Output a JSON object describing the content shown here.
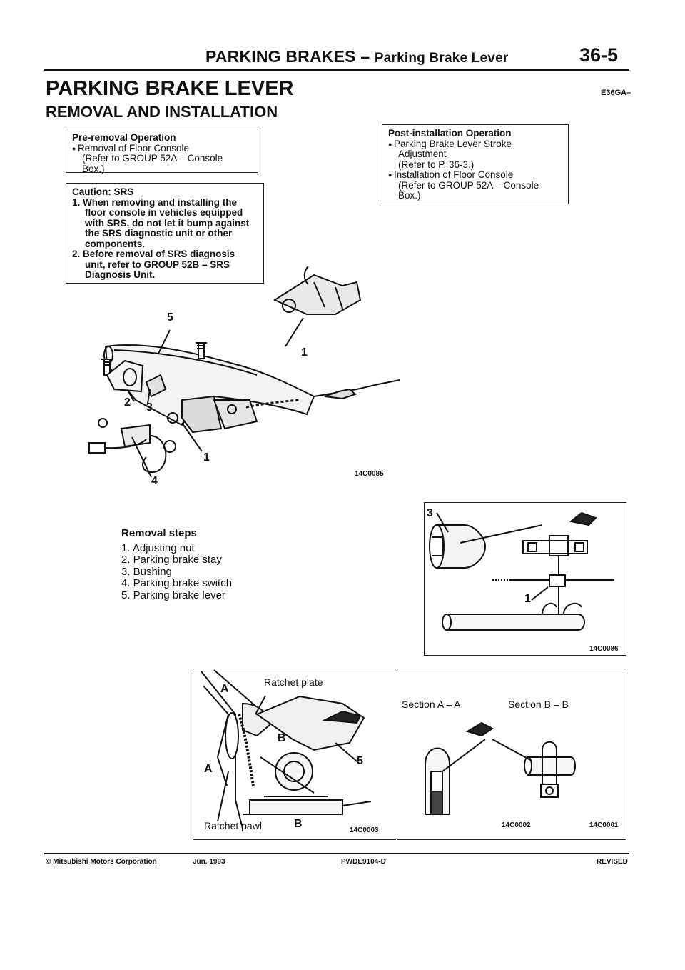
{
  "header": {
    "section": "PARKING BRAKES",
    "dash": "–",
    "subsection": "Parking Brake Lever",
    "page_number": "36-5"
  },
  "title": "PARKING BRAKE LEVER",
  "subtitle": "REMOVAL AND INSTALLATION",
  "doc_ref": "E36GA–",
  "pre_removal": {
    "title": "Pre-removal Operation",
    "item": "Removal of Floor Console",
    "ref": "(Refer to GROUP 52A – Console",
    "ref2": "Box.)"
  },
  "caution": {
    "title": "Caution: SRS",
    "item1_num": "1.",
    "item1_l1": "When removing and installing the",
    "item1_l2": "floor console in vehicles equipped",
    "item1_l3": "with SRS, do not let it bump against",
    "item1_l4": "the SRS diagnostic unit or other",
    "item1_l5": "components.",
    "item2_num": "2.",
    "item2_l1": "Before removal of SRS diagnosis",
    "item2_l2": "unit, refer to GROUP 52B – SRS",
    "item2_l3": "Diagnosis Unit."
  },
  "post_install": {
    "title": "Post-installation Operation",
    "item1": "Parking Brake Lever Stroke",
    "item1_l2": "Adjustment",
    "item1_ref": "(Refer to P. 36-3.)",
    "item2": "Installation of Floor Console",
    "item2_ref": "(Refer to GROUP 52A – Console",
    "item2_ref2": "Box.)"
  },
  "main_figure": {
    "code": "14C0085",
    "callouts": [
      "5",
      "1",
      "2",
      "3",
      "1",
      "4"
    ]
  },
  "removal_steps": {
    "title": "Removal steps",
    "items": [
      "1. Adjusting nut",
      "2. Parking brake stay",
      "3. Bushing",
      "4. Parking brake switch",
      "5. Parking brake lever"
    ]
  },
  "bushing_figure": {
    "code": "14C0086",
    "callout_3": "3",
    "callout_1": "1"
  },
  "ratchet_figure": {
    "ratchet_plate": "Ratchet plate",
    "ratchet_pawl": "Ratchet pawl",
    "label_a_top": "A",
    "label_a_bottom": "A",
    "label_b_top": "B",
    "label_b_bottom": "B",
    "callout_5": "5",
    "code_left": "14C0003",
    "section_a": "Section A – A",
    "section_b": "Section B – B",
    "code_mid": "14C0002",
    "code_right": "14C0001"
  },
  "footer": {
    "copyright": "© Mitsubishi Motors Corporation",
    "date": "Jun. 1993",
    "pub": "PWDE9104-D",
    "status": "REVISED"
  }
}
